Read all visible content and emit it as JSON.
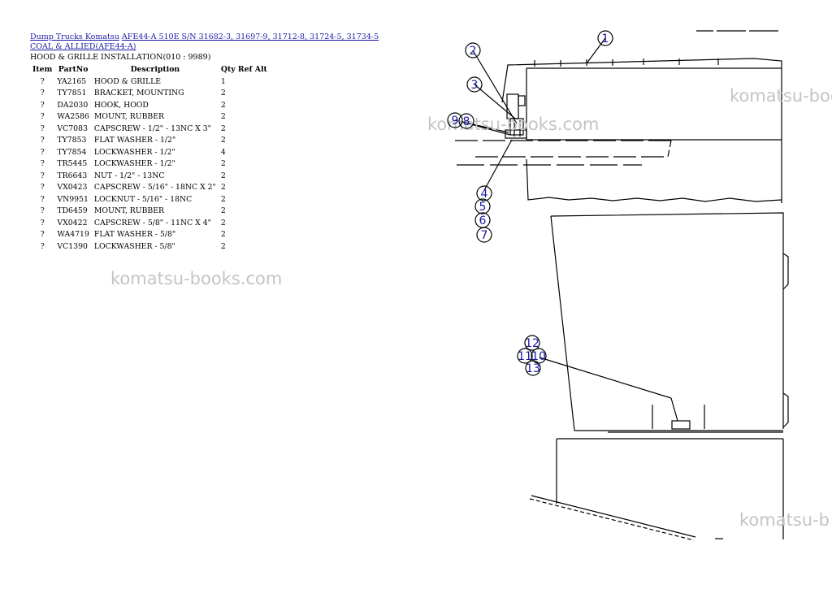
{
  "breadcrumb": {
    "link1": "Dump Trucks Komatsu",
    "link2": "AFE44-A 510E S/N 31682-3, 31697-9, 31712-8, 31724-5, 31734-5 COAL & ALLIED(AFE44-A)"
  },
  "section_title": "HOOD & GRILLE INSTALLATION(010 : 9989)",
  "table": {
    "headers": [
      "Item",
      "PartNo",
      "Description",
      "Qty",
      "Ref",
      "Alt"
    ],
    "rows": [
      {
        "item": "?",
        "part": "YA2165",
        "desc": "HOOD & GRILLE",
        "qty": "1"
      },
      {
        "item": "?",
        "part": "TY7851",
        "desc": "BRACKET, MOUNTING",
        "qty": "2"
      },
      {
        "item": "?",
        "part": "DA2030",
        "desc": "HOOK, HOOD",
        "qty": "2"
      },
      {
        "item": "?",
        "part": "WA2586",
        "desc": "MOUNT, RUBBER",
        "qty": "2"
      },
      {
        "item": "?",
        "part": "VC7083",
        "desc": "CAPSCREW - 1/2\" - 13NC X 3\"",
        "qty": "2"
      },
      {
        "item": "?",
        "part": "TY7853",
        "desc": "FLAT WASHER - 1/2\"",
        "qty": "2"
      },
      {
        "item": "?",
        "part": "TY7854",
        "desc": "LOCKWASHER - 1/2\"",
        "qty": "4"
      },
      {
        "item": "?",
        "part": "TR5445",
        "desc": "LOCKWASHER - 1/2\"",
        "qty": "2"
      },
      {
        "item": "?",
        "part": "TR6643",
        "desc": "NUT - 1/2\" - 13NC",
        "qty": "2"
      },
      {
        "item": "?",
        "part": "VX0423",
        "desc": "CAPSCREW - 5/16\" - 18NC X 2\"",
        "qty": "2"
      },
      {
        "item": "?",
        "part": "VN9951",
        "desc": "LOCKNUT - 5/16\" - 18NC",
        "qty": "2"
      },
      {
        "item": "?",
        "part": "TD6459",
        "desc": "MOUNT, RUBBER",
        "qty": "2"
      },
      {
        "item": "?",
        "part": "VX0422",
        "desc": "CAPSCREW - 5/8\" - 11NC X 4\"",
        "qty": "2"
      },
      {
        "item": "?",
        "part": "WA4719",
        "desc": "FLAT WASHER - 5/8\"",
        "qty": "2"
      },
      {
        "item": "?",
        "part": "VC1390",
        "desc": "LOCKWASHER - 5/8\"",
        "qty": "2"
      }
    ]
  },
  "watermark": "komatsu-books.com",
  "watermark_cut": "komatsu-b",
  "callouts": [
    "1",
    "2",
    "3",
    "4",
    "5",
    "6",
    "7",
    "8",
    "9",
    "10",
    "11",
    "12",
    "13"
  ],
  "colors": {
    "link": "#1a1aa6",
    "callout": "#1a1aa6",
    "watermark": "#c4c4c4"
  }
}
